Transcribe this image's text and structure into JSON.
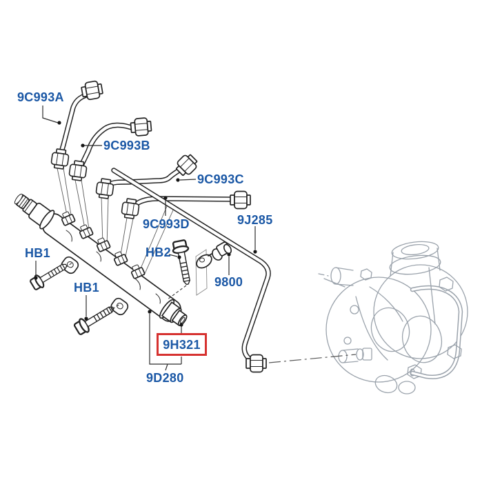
{
  "diagram": {
    "type": "exploded-parts-diagram",
    "subject": "Fuel injection pump, fuel rail and injector pipes",
    "background": "#ffffff",
    "colors": {
      "label_blue": "#1a57a5",
      "highlight_red": "#d63230",
      "line_black": "#232323",
      "pump_gray": "#9aa2ab"
    },
    "labels": {
      "pipe_a": "9C993A",
      "pipe_b": "9C993B",
      "pipe_c": "9C993C",
      "pipe_d": "9C993D",
      "supply_pipe": "9J285",
      "bolt_left": "HB1",
      "bolt_mid": "HB1",
      "bolt_hb2": "HB2",
      "clamp": "9800",
      "pressure_sensor": "9H321",
      "fuel_rail": "9D280"
    },
    "highlighted_part": "9H321"
  }
}
